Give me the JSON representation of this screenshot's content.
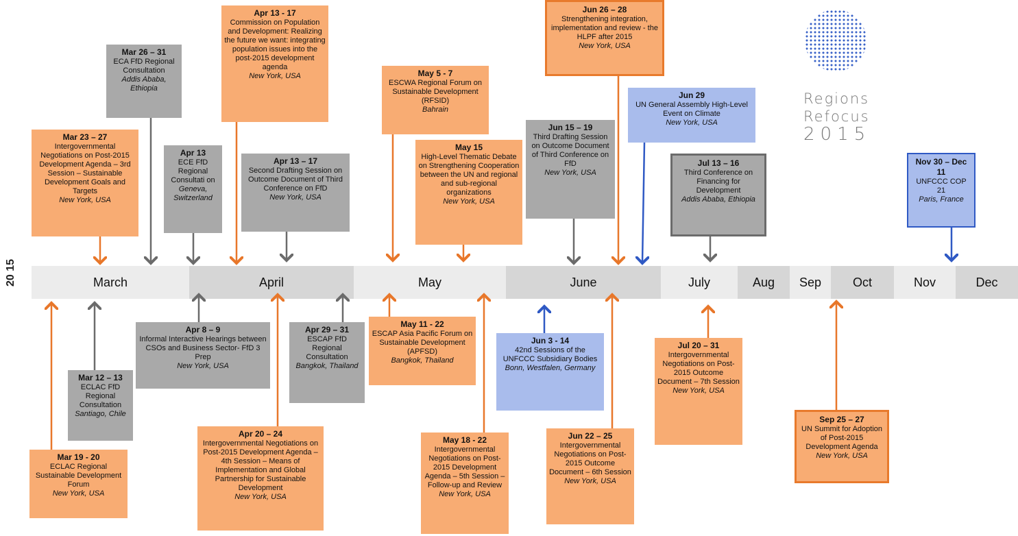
{
  "year": "20 15",
  "months": [
    {
      "label": "March",
      "color": "#ececec"
    },
    {
      "label": "April",
      "color": "#d6d6d6"
    },
    {
      "label": "May",
      "color": "#ececec"
    },
    {
      "label": "June",
      "color": "#d6d6d6"
    },
    {
      "label": "July",
      "color": "#ececec"
    },
    {
      "label": "Aug",
      "color": "#d6d6d6"
    },
    {
      "label": "Sep",
      "color": "#ececec"
    },
    {
      "label": "Oct",
      "color": "#d6d6d6"
    },
    {
      "label": "Nov",
      "color": "#ececec"
    },
    {
      "label": "Dec",
      "color": "#d6d6d6"
    }
  ],
  "colors": {
    "orange_arrow": "#e8772a",
    "gray_arrow": "#6b6b6b",
    "blue_arrow": "#2f59c4",
    "orange_box": "#f8ac73",
    "gray_box": "#a9a9a9",
    "blue_box": "#a9bcec"
  },
  "logo": {
    "line1": "Regions",
    "line2": "Refocus",
    "line3": "2015"
  },
  "events_above": [
    {
      "date": "Mar 23 – 27",
      "title": "Intergovernmental Negotiations on Post-2015 Development Agenda – 3rd Session – Sustainable Development Goals and Targets",
      "location": "New York, USA"
    },
    {
      "date": "Mar 26 – 31",
      "title": "ECA FfD Regional Consultation",
      "location": "Addis Ababa, Ethiopia"
    },
    {
      "date": "Apr 13",
      "title": "ECE FfD Regional Consultati on",
      "location": "Geneva, Switzerland"
    },
    {
      "date": "Apr 13 - 17",
      "title": "Commission on Population and Development: Realizing the future we want: integrating population issues into the post-2015 development agenda",
      "location": "New York, USA"
    },
    {
      "date": "Apr 13 – 17",
      "title": "Second Drafting Session on Outcome Document of Third Conference on FfD",
      "location": "New York, USA"
    },
    {
      "date": "May 5 - 7",
      "title": "ESCWA Regional Forum on Sustainable Development (RFSID)",
      "location": "Bahrain"
    },
    {
      "date": "May 15",
      "title": "High-Level Thematic Debate on Strengthening Cooperation between the UN and regional and sub-regional organizations",
      "location": "New York, USA"
    },
    {
      "date": "Jun 15 – 19",
      "title": "Third Drafting Session on Outcome Document of Third Conference on FfD",
      "location": "New York, USA"
    },
    {
      "date": "Jun 26 – 28",
      "title": "Strengthening integration, implementation and review - the HLPF after 2015",
      "location": "New York, USA"
    },
    {
      "date": "Jun 29",
      "title": "UN General Assembly High-Level Event on Climate",
      "location": "New York, USA"
    },
    {
      "date": "Jul 13 – 16",
      "title": "Third Conference on Financing for Development",
      "location": "Addis Ababa, Ethiopia"
    },
    {
      "date": "Nov 30 – Dec 11",
      "title": "UNFCCC COP 21",
      "location": "Paris, France"
    }
  ],
  "events_below": [
    {
      "date": "Mar 19 - 20",
      "title": "ECLAC Regional Sustainable Development Forum",
      "location": "New York, USA"
    },
    {
      "date": "Mar 12 – 13",
      "title": "ECLAC FfD Regional Consultation",
      "location": "Santiago, Chile"
    },
    {
      "date": "Apr 8 – 9",
      "title": "Informal Interactive Hearings between CSOs and Business Sector- FfD 3 Prep",
      "location": "New York, USA"
    },
    {
      "date": "Apr 20 – 24",
      "title": "Intergovernmental Negotiations on Post-2015 Development Agenda – 4th Session – Means of Implementation and Global Partnership for Sustainable Development",
      "location": "New York, USA"
    },
    {
      "date": "Apr 29 – 31",
      "title": "ESCAP FfD Regional Consultation",
      "location": "Bangkok, Thailand"
    },
    {
      "date": "May 11 - 22",
      "title": "ESCAP Asia Pacific Forum on Sustainable Development (APFSD)",
      "location": "Bangkok, Thailand"
    },
    {
      "date": "May 18 - 22",
      "title": "Intergovernmental Negotiations on Post-2015 Development Agenda – 5th Session – Follow-up and Review",
      "location": "New York, USA"
    },
    {
      "date": "Jun 3 - 14",
      "title": "42nd Sessions of the UNFCCC Subsidiary Bodies",
      "location": "Bonn, Westfalen, Germany"
    },
    {
      "date": "Jun 22 – 25",
      "title": "Intergovernmental Negotiations on Post-2015 Outcome Document – 6th Session",
      "location": "New York, USA"
    },
    {
      "date": "Jul 20 – 31",
      "title": "Intergovernmental Negotiations on Post-2015 Outcome Document – 7th Session",
      "location": "New York, USA"
    },
    {
      "date": "Sep 25 – 27",
      "title": "UN Summit for Adoption of Post-2015 Development Agenda",
      "location": "New York, USA"
    }
  ]
}
